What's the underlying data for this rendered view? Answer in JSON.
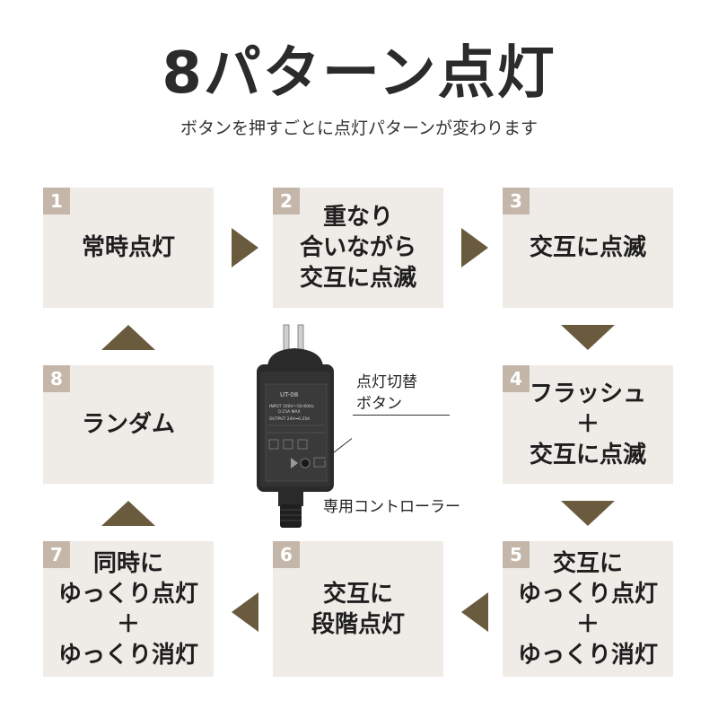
{
  "title": "8パターン点灯",
  "subtitle": "ボタンを押すごとに点灯パターンが変わります",
  "patterns": [
    {
      "num": "1",
      "lines": [
        "常時点灯"
      ]
    },
    {
      "num": "2",
      "lines": [
        "重なり",
        "合いながら",
        "交互に点滅"
      ]
    },
    {
      "num": "3",
      "lines": [
        "交互に点滅"
      ]
    },
    {
      "num": "4",
      "lines": [
        "フラッシュ",
        "＋",
        "交互に点滅"
      ]
    },
    {
      "num": "5",
      "lines": [
        "交互に",
        "ゆっくり点灯",
        "＋",
        "ゆっくり消灯"
      ]
    },
    {
      "num": "6",
      "lines": [
        "交互に",
        "段階点灯"
      ]
    },
    {
      "num": "7",
      "lines": [
        "同時に",
        "ゆっくり点灯",
        "＋",
        "ゆっくり消灯"
      ]
    },
    {
      "num": "8",
      "lines": [
        "ランダム"
      ]
    }
  ],
  "controller": {
    "button_label_1": "点灯切替",
    "button_label_2": "ボタン",
    "caption": "専用コントローラー",
    "model": "UT-08",
    "input_text": "INPUT 100V～50·60Hz",
    "max_text": "0.15A  MAX",
    "output_text": "OUTPUT 24V⎓0.25A"
  },
  "colors": {
    "arrow": "#6b5b3e",
    "box_bg": "#efebe6",
    "number_bg": "#c4b7a9",
    "device": "#2a2a2a"
  }
}
